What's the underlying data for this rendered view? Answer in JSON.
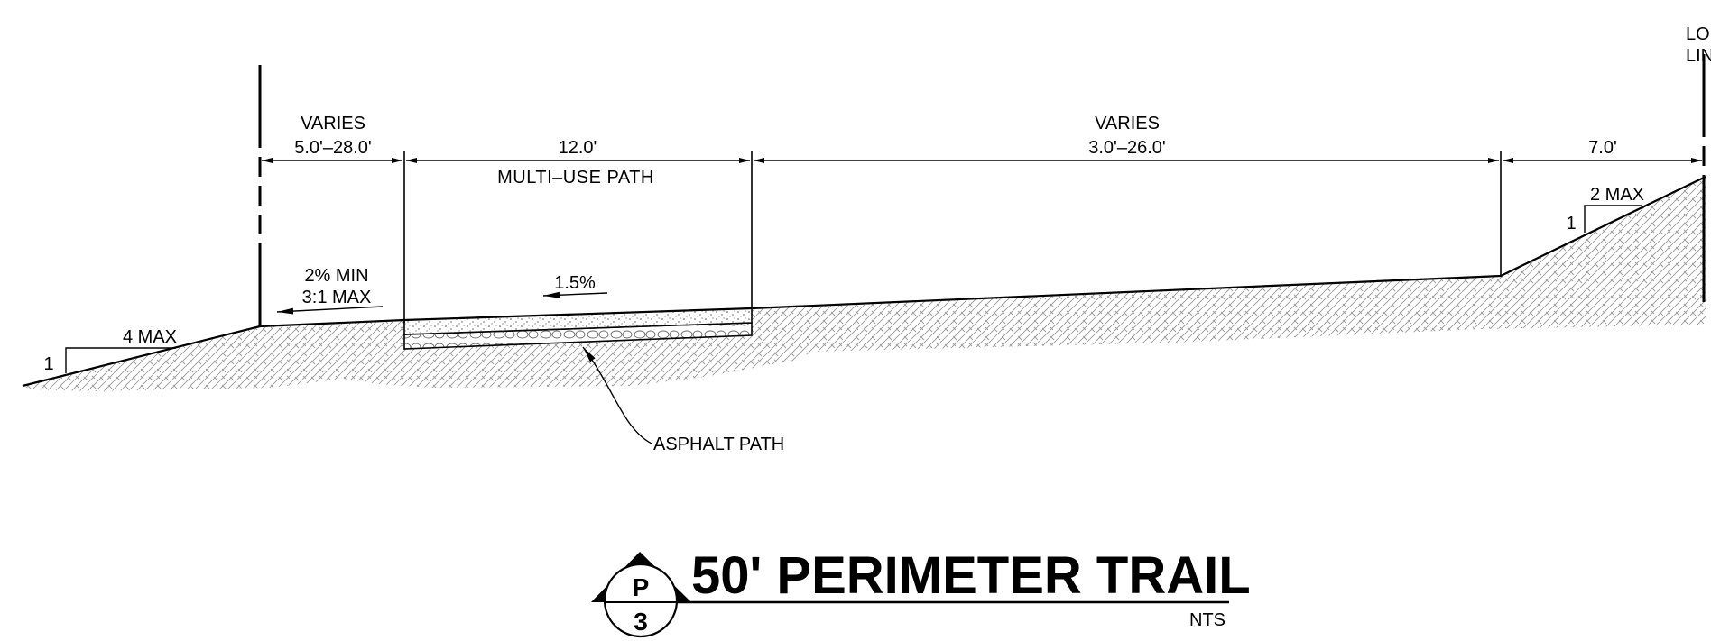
{
  "dimensions": {
    "left_width_label": "VARIES",
    "left_width_range": "5.0'–28.0'",
    "path_width": "12.0'",
    "path_label": "MULTI–USE PATH",
    "middle_width_label": "VARIES",
    "middle_width_range": "3.0'–26.0'",
    "right_width": "7.0'"
  },
  "slopes": {
    "left_run": "4 MAX",
    "left_rise": "1",
    "cross_slope_min": "2% MIN",
    "cross_slope_max": "3:1 MAX",
    "path_slope": "1.5%",
    "right_run": "2 MAX",
    "right_rise": "1"
  },
  "callouts": {
    "path_material": "ASPHALT PATH",
    "property_line_part1": "LO",
    "property_line_part2": "LIN"
  },
  "title_block": {
    "detail_letter": "P",
    "detail_number": "3",
    "title": "50' PERIMETER TRAIL",
    "scale": "NTS"
  }
}
